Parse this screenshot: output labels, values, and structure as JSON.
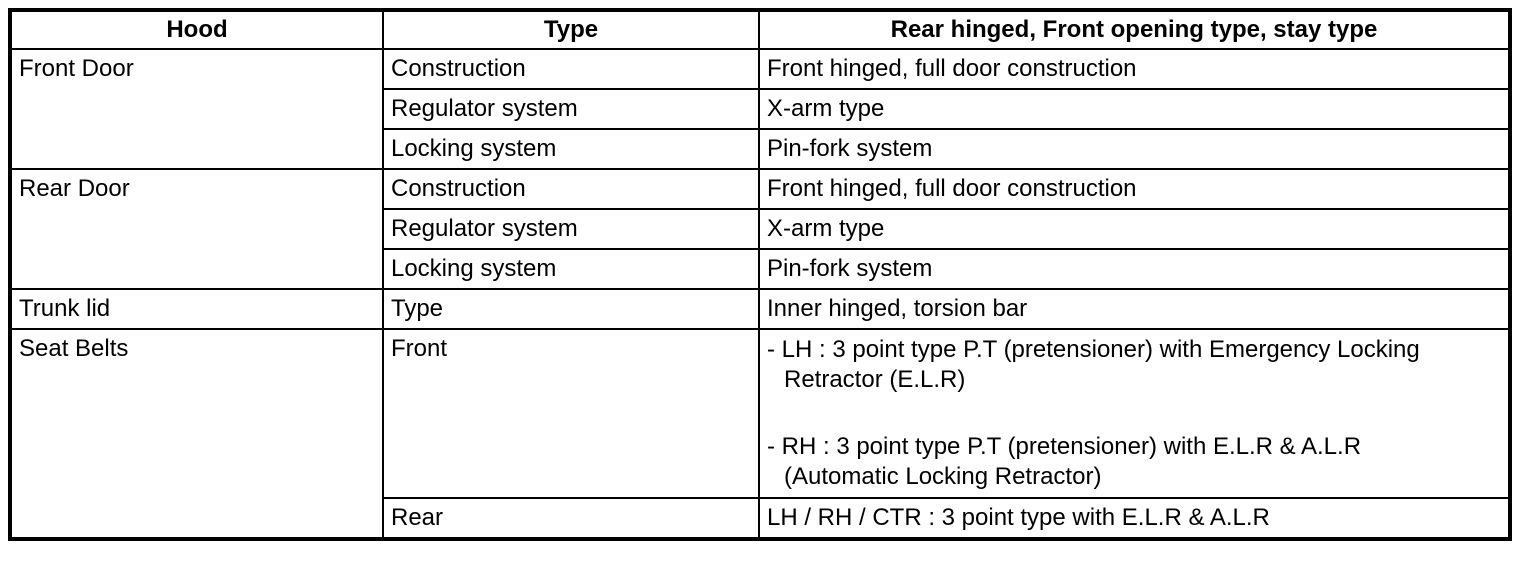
{
  "table": {
    "columns": [
      "Hood",
      "Type",
      "Rear hinged, Front opening type, stay type"
    ],
    "front_door": {
      "label": "Front Door",
      "rows": [
        {
          "type": "Construction",
          "value": "Front hinged, full door construction"
        },
        {
          "type": "Regulator system",
          "value": "X-arm type"
        },
        {
          "type": "Locking system",
          "value": "Pin-fork system"
        }
      ]
    },
    "rear_door": {
      "label": "Rear Door",
      "rows": [
        {
          "type": "Construction",
          "value": "Front hinged, full door construction"
        },
        {
          "type": "Regulator system",
          "value": "X-arm type"
        },
        {
          "type": "Locking system",
          "value": "Pin-fork system"
        }
      ]
    },
    "trunk_lid": {
      "label": "Trunk lid",
      "rows": [
        {
          "type": "Type",
          "value": "Inner hinged, torsion bar"
        }
      ]
    },
    "seat_belts": {
      "label": "Seat Belts",
      "front_label": "Front",
      "front_items": [
        {
          "line1": "- LH : 3 point type P.T (pretensioner) with Emergency Locking",
          "line2": "Retractor (E.L.R)"
        },
        {
          "line1": "- RH : 3 point type P.T (pretensioner) with E.L.R & A.L.R",
          "line2": "(Automatic Locking Retractor)"
        }
      ],
      "rear_label": "Rear",
      "rear_value": "LH / RH / CTR : 3 point type with E.L.R & A.L.R"
    }
  },
  "colors": {
    "border": "#000000",
    "background": "#ffffff",
    "text": "#000000"
  }
}
